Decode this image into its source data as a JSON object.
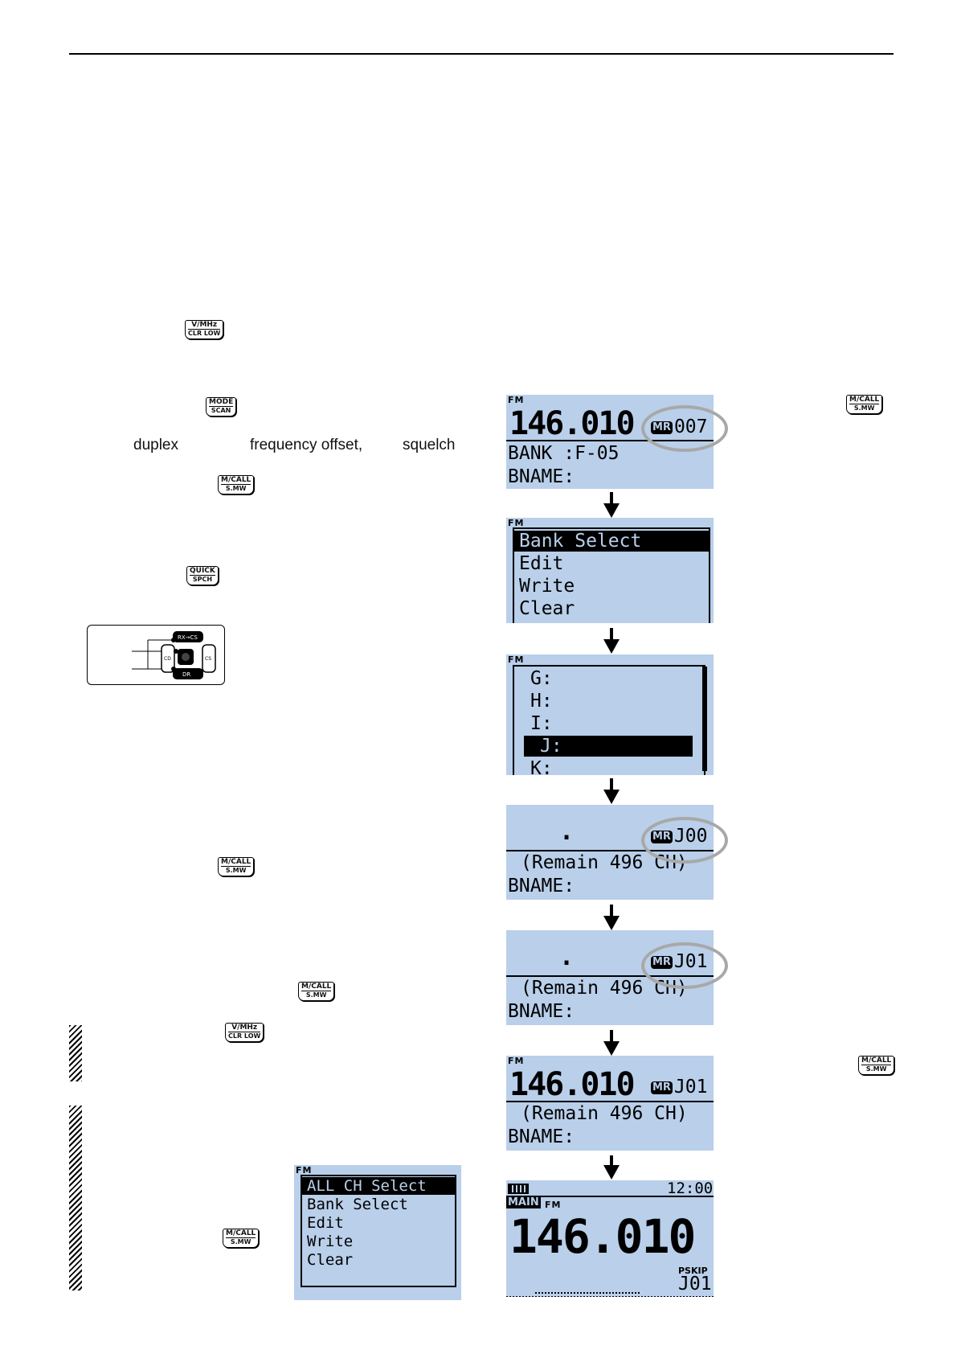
{
  "keys": {
    "vmhz": {
      "top": "V/MHz",
      "bottom": "CLR LOW"
    },
    "mode": {
      "top": "MODE",
      "bottom": "SCAN"
    },
    "mcall": {
      "top": "M/CALL",
      "bottom": "S.MW"
    },
    "quick": {
      "top": "QUICK",
      "bottom": "SPCH"
    }
  },
  "text": {
    "duplex": "duplex",
    "offset": "frequency offset,",
    "squelch": "squelch"
  },
  "dial": {
    "rxcs": "RX→CS",
    "cd": "CD",
    "cs": "CS",
    "dr": "DR"
  },
  "screens": {
    "s1": {
      "mode": "FM",
      "freq": "146.010",
      "mr": "MR",
      "ch": "007",
      "bank": "BANK :F-05",
      "bname": "BNAME:"
    },
    "s2": {
      "mode": "FM",
      "items": [
        "Bank Select",
        "Edit",
        "Write",
        "Clear"
      ]
    },
    "s3": {
      "mode": "FM",
      "items": [
        "G:",
        "H:",
        "I:",
        "J:",
        "K:"
      ]
    },
    "s4": {
      "dot": ".",
      "mr": "MR",
      "ch": "J00",
      "remain": "(Remain 496 CH)",
      "bname": "BNAME:"
    },
    "s5": {
      "dot": ".",
      "mr": "MR",
      "ch": "J01",
      "remain": "(Remain 496 CH)",
      "bname": "BNAME:"
    },
    "s6": {
      "mode": "FM",
      "freq": "146.010",
      "mr": "MR",
      "ch": "J01",
      "remain": "(Remain 496 CH)",
      "bname": "BNAME:"
    },
    "s7": {
      "time": "12:00",
      "main": "MAIN",
      "mode": "FM",
      "freq": "146.010",
      "pskip": "PSKIP",
      "ch": "J01"
    },
    "s8": {
      "mode": "FM",
      "items": [
        "ALL CH Select",
        "Bank Select",
        "Edit",
        "Write",
        "Clear"
      ]
    }
  }
}
